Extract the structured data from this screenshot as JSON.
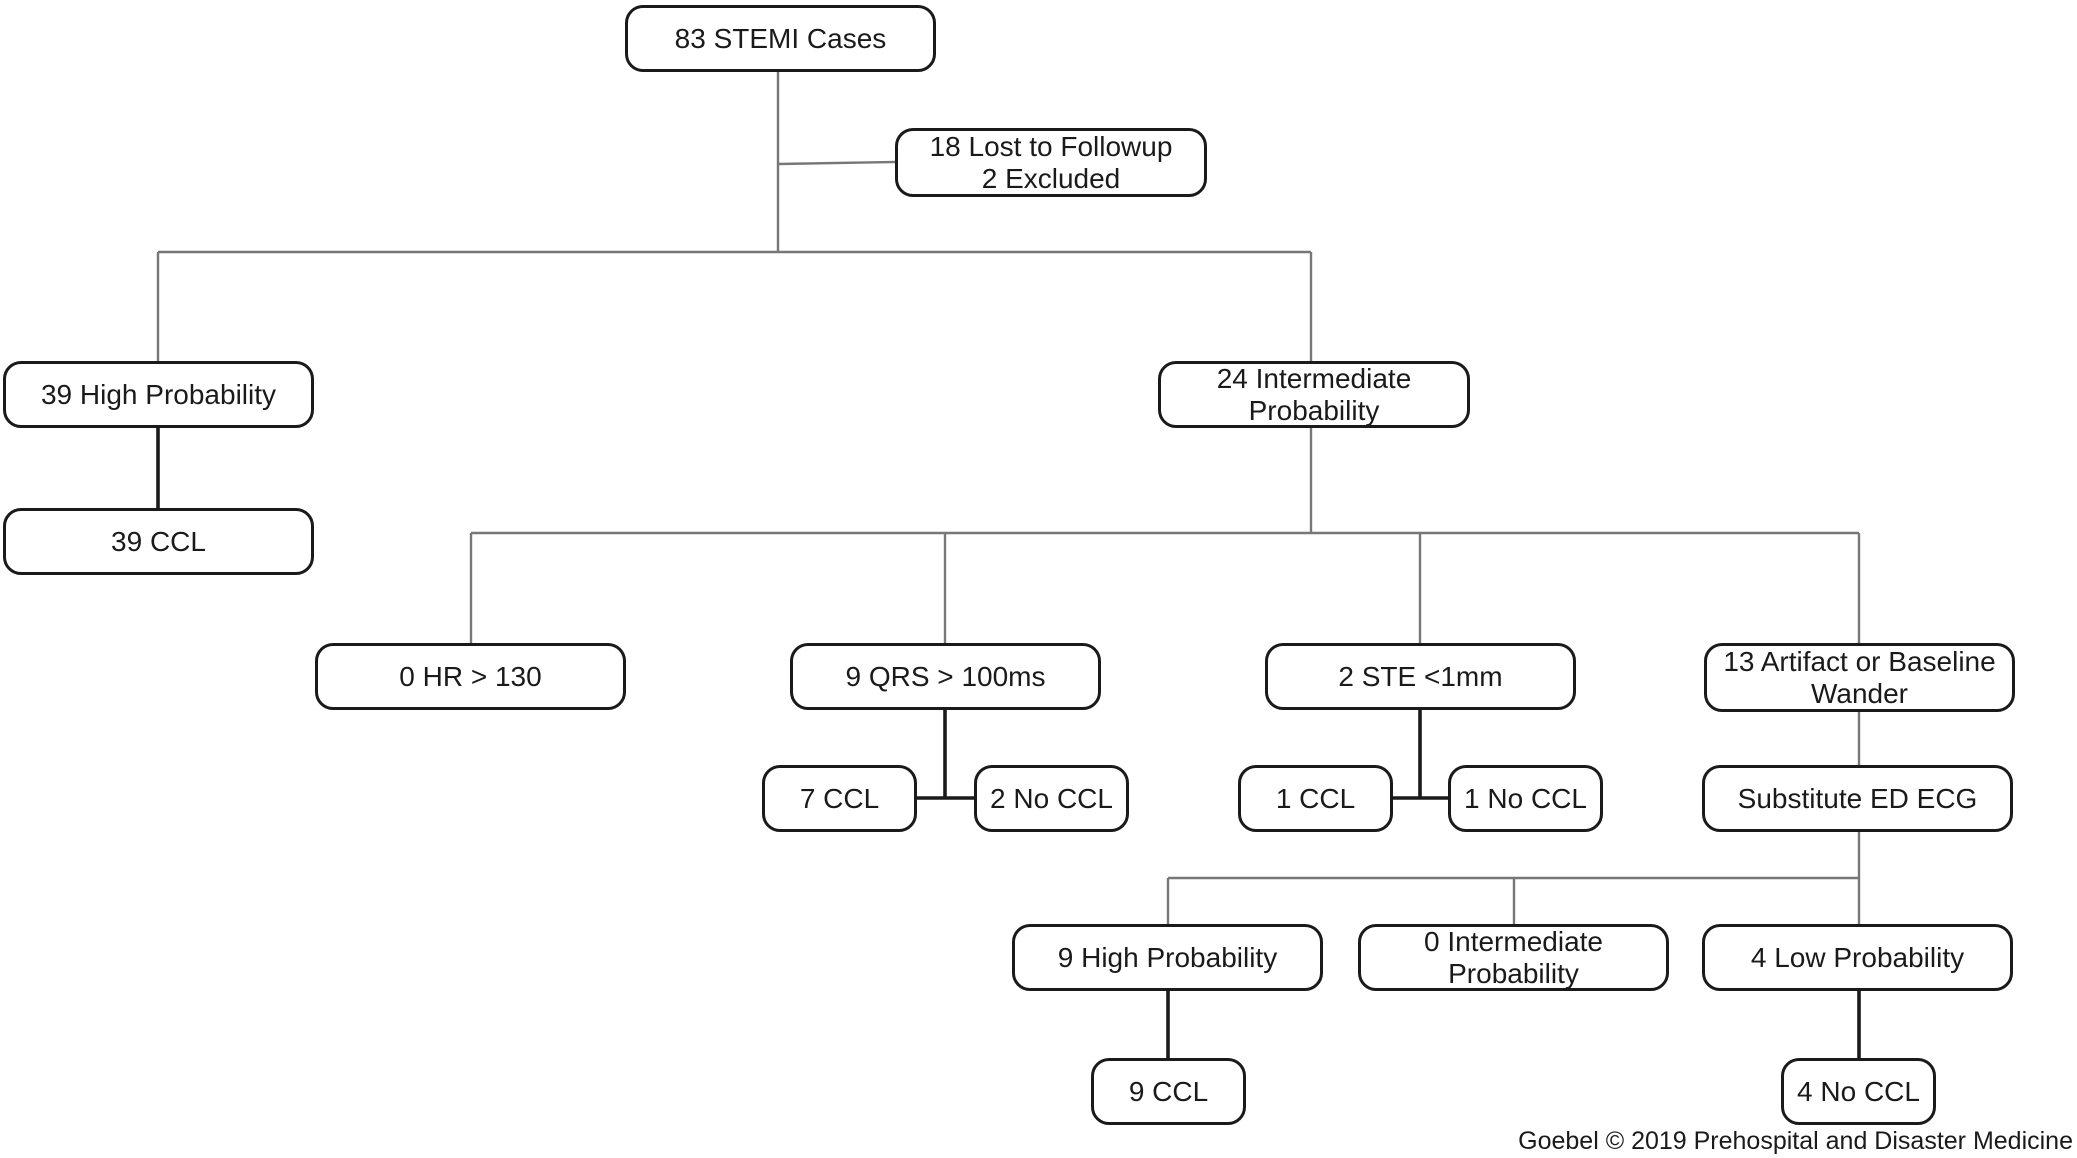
{
  "nodes": {
    "stemi_cases": "83 STEMI Cases",
    "lost_excluded": "18 Lost to Followup\n2 Excluded",
    "high_probability": "39 High Probability",
    "high_ccl": "39 CCL",
    "intermediate_probability": "24 Intermediate\nProbability",
    "hr": "0 HR > 130",
    "qrs": "9 QRS > 100ms",
    "qrs_ccl": "7 CCL",
    "qrs_no_ccl": "2 No CCL",
    "ste": "2 STE <1mm",
    "ste_ccl": "1 CCL",
    "ste_no_ccl": "1 No CCL",
    "artifact": "13 Artifact or Baseline\nWander",
    "substitute": "Substitute ED ECG",
    "sub_high": "9 High Probability",
    "sub_intermediate": "0 Intermediate\nProbability",
    "sub_low": "4 Low Probability",
    "sub_high_ccl": "9 CCL",
    "sub_low_no_ccl": "4 No CCL"
  },
  "credit": "Goebel © 2019 Prehospital and Disaster Medicine",
  "colors": {
    "box_border": "#1a1a1a",
    "thin_line": "#777777",
    "bold_line": "#1a1a1a",
    "background": "#ffffff"
  }
}
